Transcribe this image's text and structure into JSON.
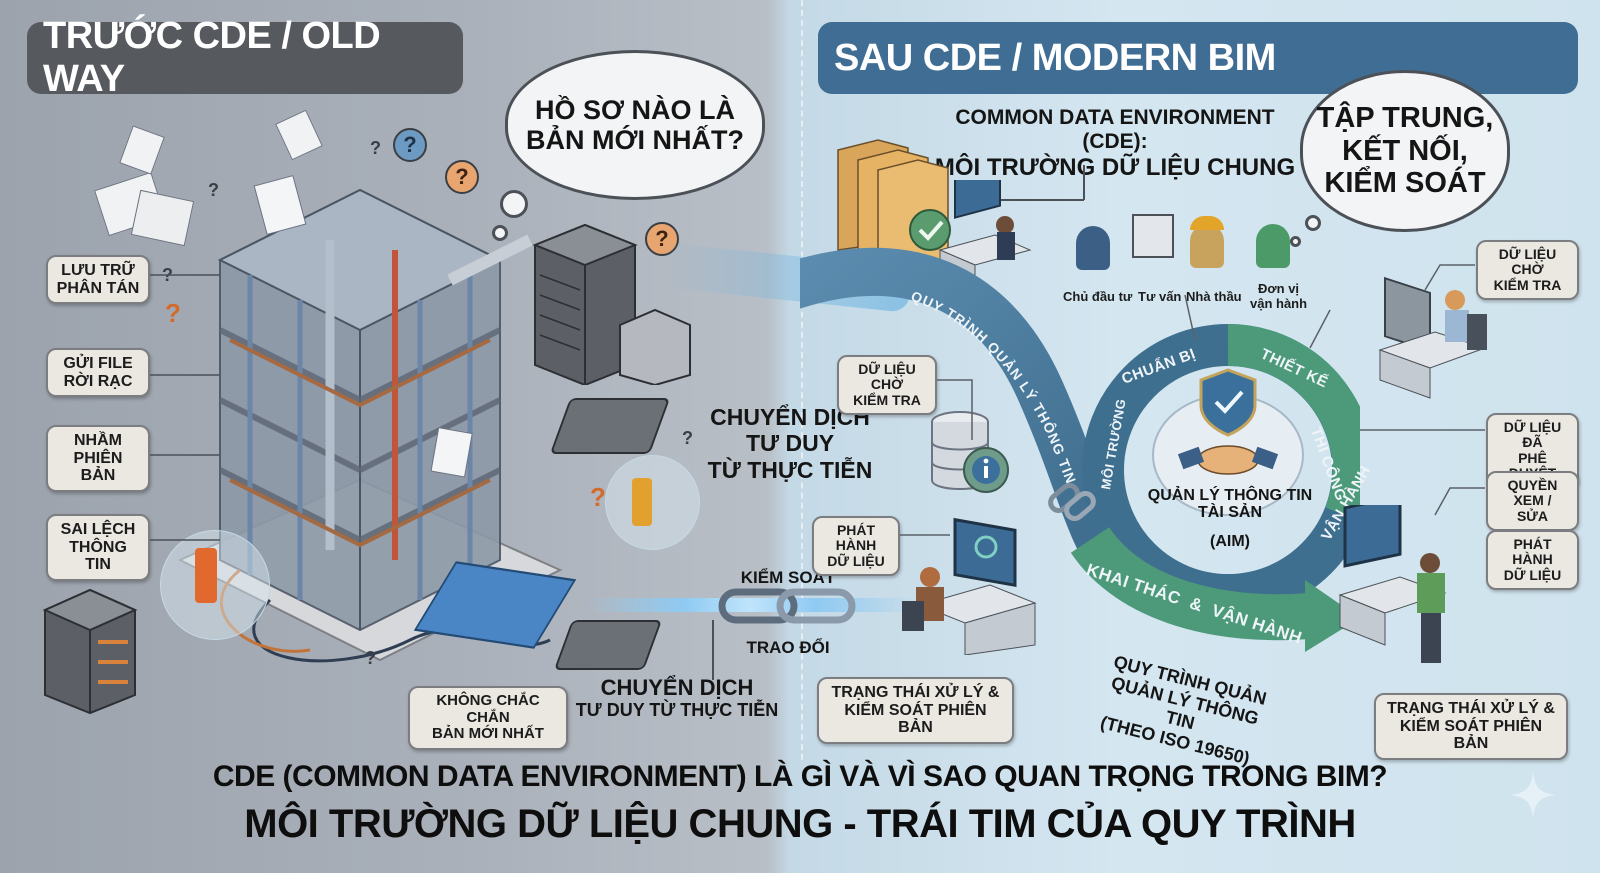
{
  "left_panel": {
    "banner": "TRƯỚC CDE / OLD WAY",
    "thought_cloud": [
      "HỒ SƠ NÀO LÀ",
      "BẢN MỚI NHẤT?"
    ],
    "labels": [
      {
        "line1": "LƯU TRỮ",
        "line2": "PHÂN TÁN"
      },
      {
        "line1": "GỬI FILE",
        "line2": "RỜI RẠC"
      },
      {
        "line1": "NHẦM",
        "line2": "PHIÊN BẢN"
      },
      {
        "line1": "SAI LỆCH",
        "line2": "THÔNG TIN"
      },
      {
        "line1": "KHÔNG CHẮC CHẮN",
        "line2": "BẢN MỚI NHẤT"
      }
    ],
    "question_mark": "?"
  },
  "center": {
    "shift_heading": [
      "CHUYỂN DỊCH",
      "TƯ DUY",
      "TỪ THỰC TIỄN"
    ],
    "link_top": "KIỂM SOÁT",
    "link_bottom": "TRAO ĐỔI",
    "shift_heading_bottom": [
      "CHUYỂN DỊCH",
      "TƯ DUY TỪ THỰC TIỄN"
    ]
  },
  "right_panel": {
    "banner": "SAU CDE / MODERN BIM",
    "cde_heading": [
      "COMMON DATA ENVIRONMENT (CDE):",
      "MÔI TRƯỜNG DỮ LIỆU CHUNG"
    ],
    "thought_cloud": [
      "TẬP TRUNG,",
      "KẾT NỐI,",
      "KIỂM SOÁT"
    ],
    "roles": [
      {
        "line1": "Chủ đầu tư",
        "line2": ""
      },
      {
        "line1": "Tư vấn",
        "line2": ""
      },
      {
        "line1": "Nhà thầu",
        "line2": ""
      },
      {
        "line1": "Đơn vị",
        "line2": "vận hành"
      }
    ],
    "process_band": "QUY TRÌNH QUẢN LÝ THÔNG TIN",
    "cycle_stages": [
      "MÔI TRƯỜNG",
      "CHUẨN BỊ",
      "THIẾT KẾ",
      "THI CÔNG",
      "VẬN HÀNH"
    ],
    "cycle_arrow": "KHAI THÁC  &  VẬN HÀNH",
    "aim": [
      "QUẢN LÝ THÔNG TIN",
      "TÀI SẢN",
      "(AIM)"
    ],
    "iso_note": [
      "QUY TRÌNH QUẢN",
      "QUẢN LÝ THÔNG TIN",
      "(THEO ISO 19650)"
    ],
    "labels": [
      {
        "line1": "DỮ LIỆU CHỜ",
        "line2": "KIỂM TRA"
      },
      {
        "line1": "PHÁT HÀNH",
        "line2": "DỮ LIỆU"
      },
      {
        "line1": "TRẠNG THÁI XỬ LÝ &",
        "line2": "KIỂM SOÁT PHIÊN BẢN"
      },
      {
        "line1": "DỮ LIỆU CHỜ",
        "line2": "KIỂM TRA"
      },
      {
        "line1": "DỮ LIỆU ĐÃ",
        "line2": "PHÊ DUYỆT"
      },
      {
        "line1": "QUYỀN",
        "line2": "XEM / SỬA"
      },
      {
        "line1": "PHÁT HÀNH",
        "line2": "DỮ LIỆU"
      },
      {
        "line1": "TRẠNG THÁI XỬ LÝ &",
        "line2": "KIỂM SOÁT PHIÊN BẢN"
      }
    ]
  },
  "footer": {
    "title_line1": "CDE (COMMON DATA ENVIRONMENT) LÀ GÌ VÀ VÌ SAO QUAN TRỌNG TRONG BIM?",
    "title_line2": "MÔI TRƯỜNG DỮ LIỆU CHUNG - TRÁI TIM CỦA QUY TRÌNH"
  },
  "colors": {
    "old_banner": "#565a5f",
    "new_banner": "#3f6d93",
    "cycle_blue": "#3f6f8f",
    "cycle_green": "#4c9a7a",
    "accent_orange": "#e8a56f"
  }
}
